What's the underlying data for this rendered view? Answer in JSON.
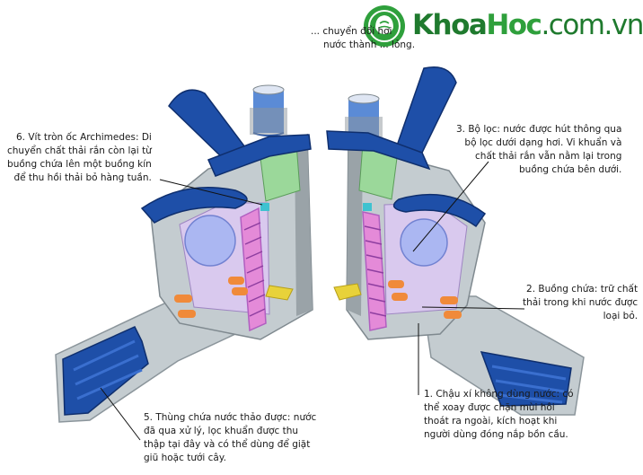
{
  "logo": {
    "part1": "Khoa",
    "part2": "Hoc",
    "part3": ".com.vn",
    "wordmark": "KhoaHoc.com.vn"
  },
  "annotations": {
    "top": [
      "... chuyển đổi hơi",
      "nước thành ... lỏng."
    ],
    "n3": [
      "3. Bộ lọc: nước được hút thông qua",
      "bộ lọc dưới dạng hơi. Vi khuẩn và",
      "chất thải rắn vẫn nằm lại trong",
      "buồng chứa bên dưới."
    ],
    "n6": [
      "6. Vít tròn ốc Archimedes: Di",
      "chuyển chất thải rắn còn lại từ",
      "buồng chứa lên một buồng kín",
      "để thu hồi thải bỏ hàng tuần."
    ],
    "n2": [
      "2. Buồng chứa: trữ chất",
      "thải trong khi nước được",
      "loại bỏ."
    ],
    "n1": [
      "1. Chậu xí không dùng nước: có",
      "thể xoay được chặn mùi hôi",
      "thoát ra ngoài, kích hoạt khi",
      "người dùng đóng nắp bồn cầu."
    ],
    "n5": [
      "5. Thùng chứa nước thảo được: nước",
      "đã qua xử lý, lọc khuẩn được thu",
      "thập tại đây và có thể dùng để giặt",
      "giũ hoặc tưới cây."
    ]
  },
  "colors": {
    "lid": "#1e4fa8",
    "body_gray": "#c4ccd0",
    "dark_gray": "#7f898f",
    "green_chamber": "#9bd89a",
    "pink_auger": "#e48ad8",
    "purple_screw": "#b05fc0",
    "lilac_interior": "#d9c9ee",
    "sphere": "#a9b7f3",
    "orange_rollers": "#f08a3a",
    "yellow_bracket": "#e8d23a",
    "cyan_filter": "#3ec2d0",
    "drum_blue": "#5b8bd6",
    "green_logo": "#2fa03c"
  }
}
